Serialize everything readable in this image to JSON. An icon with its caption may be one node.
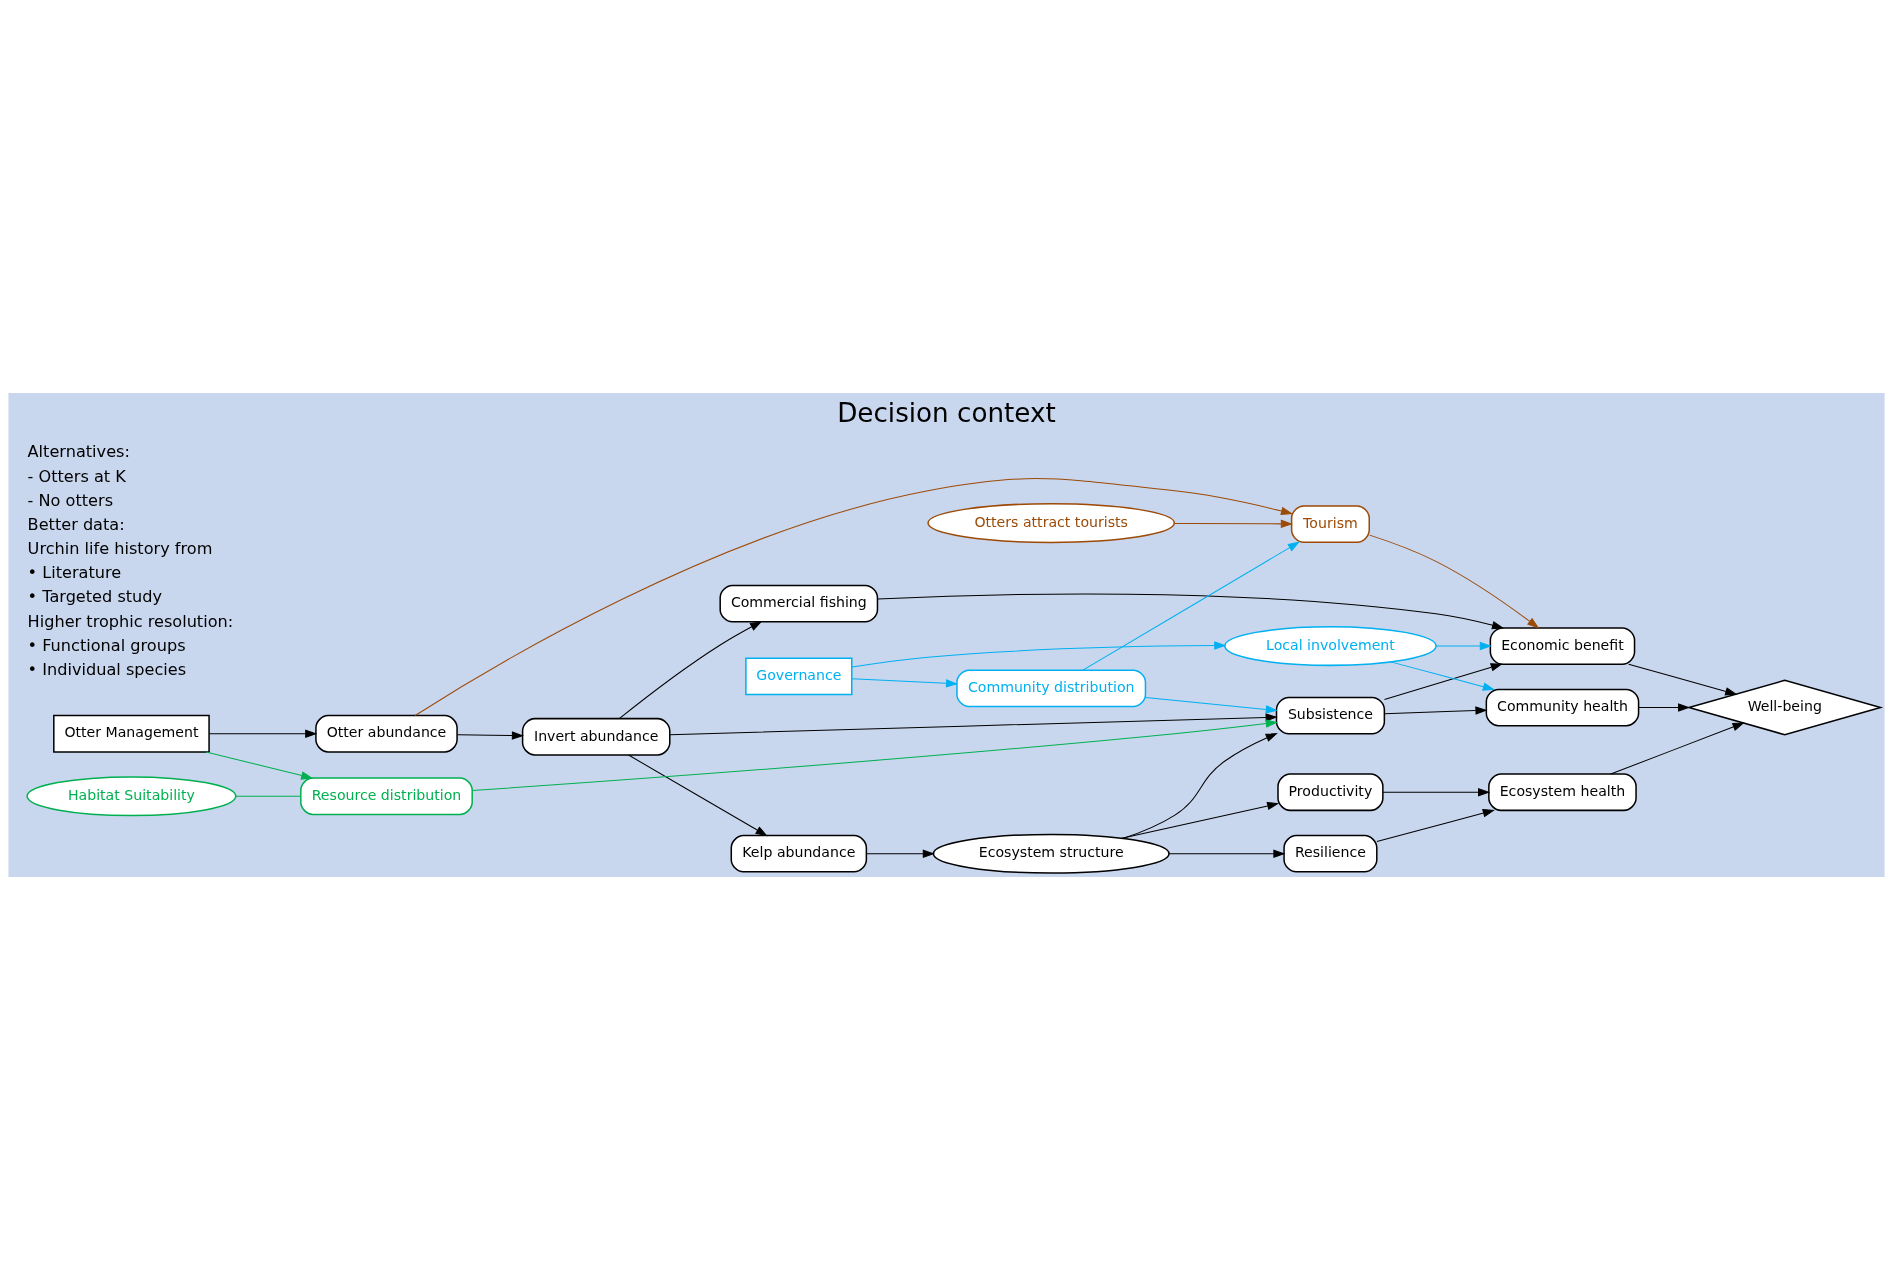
{
  "diagram": {
    "title": "Decision context",
    "nodes": [
      {
        "text": [
          "Otter Management"
        ]
      },
      {
        "text": [
          "Otter abundance"
        ]
      },
      {
        "text": [
          "Invert abundance"
        ]
      },
      {
        "text": [
          "Kelp abundance"
        ]
      },
      {
        "text": [
          "Ecosystem structure"
        ]
      },
      {
        "text": [
          "Otters attract tourists"
        ]
      },
      {
        "text": [
          "Tourism"
        ]
      },
      {
        "text": [
          "Commercial fishing"
        ]
      },
      {
        "text": [
          "Subsistence"
        ]
      },
      {
        "text": [
          "Productivity"
        ]
      },
      {
        "text": [
          "Resilience"
        ]
      },
      {
        "text": [
          "Economic benefit"
        ]
      },
      {
        "text": [
          "Local involvement"
        ]
      },
      {
        "text": [
          "Community health"
        ]
      },
      {
        "text": [
          "Ecosystem health"
        ]
      },
      {
        "text": [
          "Well-being"
        ]
      },
      {
        "text": [
          "Resource distribution"
        ]
      },
      {
        "text": [
          "Habitat Suitability"
        ]
      },
      {
        "text": [
          "Community distribution"
        ]
      },
      {
        "text": [
          "Governance"
        ]
      }
    ],
    "edges": [
      {
        "from": 0,
        "to": 1,
        "arrow": "to"
      },
      {
        "from": 0,
        "to": 16,
        "arrow": "to",
        "color": "#00b050"
      },
      {
        "from": 1,
        "to": 2,
        "arrow": "to"
      },
      {
        "from": 1,
        "to": 6,
        "arrow": "to",
        "color": "#9c4a06"
      },
      {
        "from": 5,
        "to": 6,
        "arrow": "to",
        "color": "#9c4a06"
      },
      {
        "from": 2,
        "to": 7,
        "arrow": "to"
      },
      {
        "from": 2,
        "to": 8,
        "arrow": "to"
      },
      {
        "from": 2,
        "to": 3,
        "arrow": "to"
      },
      {
        "from": 3,
        "to": 4,
        "arrow": "to"
      },
      {
        "from": 6,
        "to": 11,
        "arrow": "to",
        "color": "#9c4a06"
      },
      {
        "from": 7,
        "to": 11,
        "arrow": "to"
      },
      {
        "from": 8,
        "to": 11,
        "arrow": "to"
      },
      {
        "from": 8,
        "to": 13,
        "arrow": "to"
      },
      {
        "from": 4,
        "to": 8,
        "arrow": "to"
      },
      {
        "from": 4,
        "to": 9,
        "arrow": "to"
      },
      {
        "from": 4,
        "to": 10,
        "arrow": "to"
      },
      {
        "from": 9,
        "to": 14,
        "arrow": "to"
      },
      {
        "from": 10,
        "to": 14,
        "arrow": "to"
      },
      {
        "from": 11,
        "to": 15,
        "arrow": "to"
      },
      {
        "from": 13,
        "to": 15,
        "arrow": "to"
      },
      {
        "from": 14,
        "to": 15,
        "arrow": "to"
      },
      {
        "from": 12,
        "to": 11,
        "arrow": "to",
        "color": "#00b0f0"
      },
      {
        "from": 12,
        "to": 13,
        "arrow": "to",
        "color": "#00b0f0"
      },
      {
        "from": 16,
        "to": 8,
        "arrow": "to",
        "color": "#00b050"
      },
      {
        "from": 17,
        "to": 16,
        "arrow": "none",
        "color": "#00b050"
      },
      {
        "from": 18,
        "to": 6,
        "arrow": "to",
        "color": "#00b0f0"
      },
      {
        "from": 18,
        "to": 8,
        "arrow": "to",
        "color": "#00b0f0"
      },
      {
        "from": 19,
        "to": 18,
        "arrow": "to",
        "color": "#00b0f0"
      },
      {
        "from": 19,
        "to": 12,
        "arrow": "to",
        "color": "#00b0f0"
      }
    ],
    "labels": [
      "Alternatives:",
      "- Otters at K",
      "- No otters",
      "Better data:",
      "Urchin life history from",
      "• Literature",
      "• Targeted study",
      "Higher trophic resolution:",
      "• Functional groups",
      "• Individual species"
    ]
  }
}
